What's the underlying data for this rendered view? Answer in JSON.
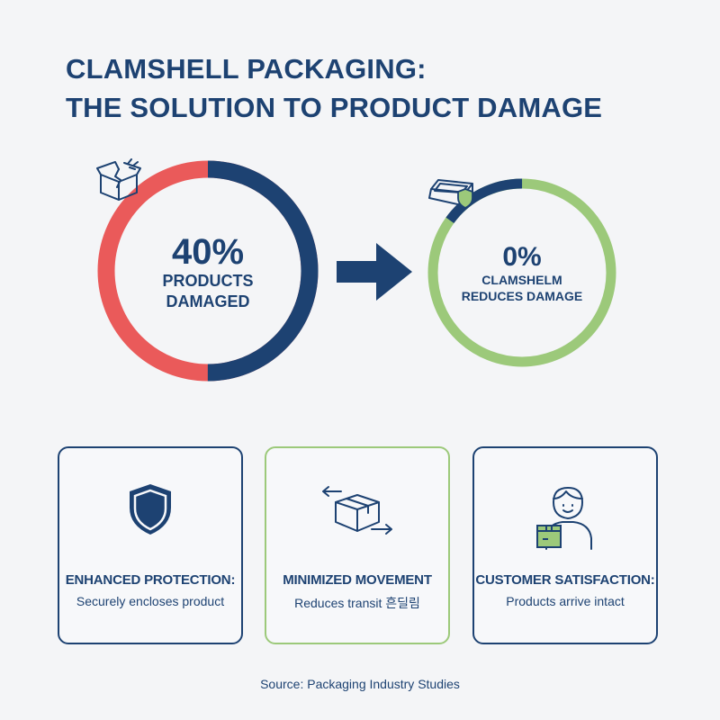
{
  "title": {
    "line1": "CLAMSHELL PACKAGING:",
    "line2": "THE SOLUTION TO PRODUCT DAMAGE"
  },
  "before": {
    "percent_text": "40%",
    "label_line1": "PRODUCTS",
    "label_line2": "DAMAGED",
    "damaged_fraction": 0.5,
    "icon": "broken-box-icon"
  },
  "after": {
    "percent_text": "0%",
    "label_line1": "CLAMSHELM",
    "label_line2": "REDUCES DAMAGE",
    "dark_fraction": 0.15,
    "icon": "clamshell-shield-icon"
  },
  "arrow_icon": "right-arrow-icon",
  "features": [
    {
      "icon": "shield-icon",
      "title": "ENHANCED PROTECTION:",
      "description": "Securely encloses product"
    },
    {
      "icon": "moving-box-icon",
      "title": "MINIMIZED MOVEMENT",
      "description": "Reduces transit 흔딜림"
    },
    {
      "icon": "customer-with-box-icon",
      "title": "CUSTOMER SATISFACTION:",
      "description": "Products arrive intact"
    }
  ],
  "source": "Source: Packaging Industry Studies",
  "colors": {
    "navy": "#1d4272",
    "red": "#ea5a5a",
    "green": "#9cc97a",
    "background": "#f4f5f7"
  }
}
